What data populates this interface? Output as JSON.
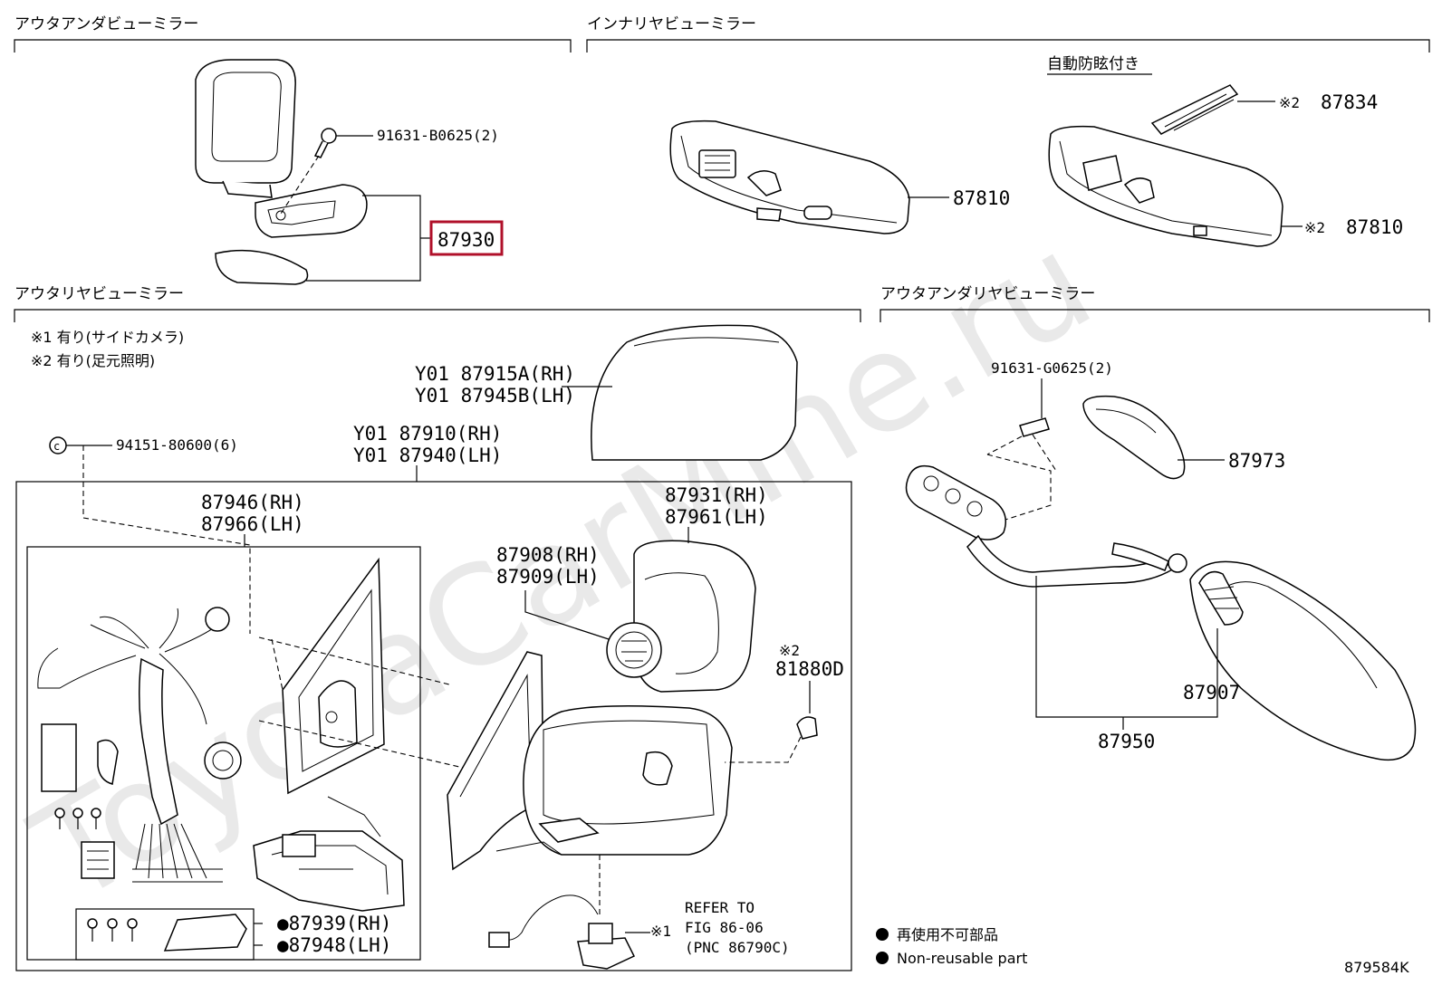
{
  "watermark": "ToyotaCarMine.ru",
  "sections": {
    "outer_under_view_mirror": "アウタアンダビューミラー",
    "inner_rear_view_mirror": "インナリヤビューミラー",
    "outer_rear_view_mirror": "アウタリヤビューミラー",
    "outer_under_rear_view_mirror": "アウタアンダリヤビューミラー"
  },
  "auto_dimming": "自動防眩付き",
  "notes": {
    "note1": "※1 有り(サイドカメラ)",
    "note2": "※2 有り(足元照明)"
  },
  "parts": {
    "p91631_b0625": "91631-B0625(2)",
    "p87930": "87930",
    "p87810": "87810",
    "p87834": "87834",
    "p87810b": "87810",
    "mark2a": "※2",
    "mark2b": "※2",
    "p87915": "Y01 87915A(RH)",
    "p87945": "Y01 87945B(LH)",
    "p94151": "94151-80600(6)",
    "p87910": "Y01 87910(RH)",
    "p87940": "Y01 87940(LH)",
    "p87946": "87946(RH)",
    "p87966": "87966(LH)",
    "p87931": "87931(RH)",
    "p87961": "87961(LH)",
    "p87908": "87908(RH)",
    "p87909": "87909(LH)",
    "mark2c": "※2",
    "p81880": "81880D",
    "p87939": "●87939(RH)",
    "p87948": "●87948(LH)",
    "mark1": "※1",
    "refer1": "REFER TO",
    "refer2": "FIG 86-06",
    "refer3": "(PNC 86790C)",
    "p91631_g0625": "91631-G0625(2)",
    "p87973": "87973",
    "p87907": "87907",
    "p87950": "87950"
  },
  "legend": {
    "jp": "再使用不可部品",
    "en": "Non-reusable part"
  },
  "figure_code": "879584K",
  "colors": {
    "highlight": "#b0102a",
    "line": "#000000",
    "watermark": "#e9e9e9"
  }
}
